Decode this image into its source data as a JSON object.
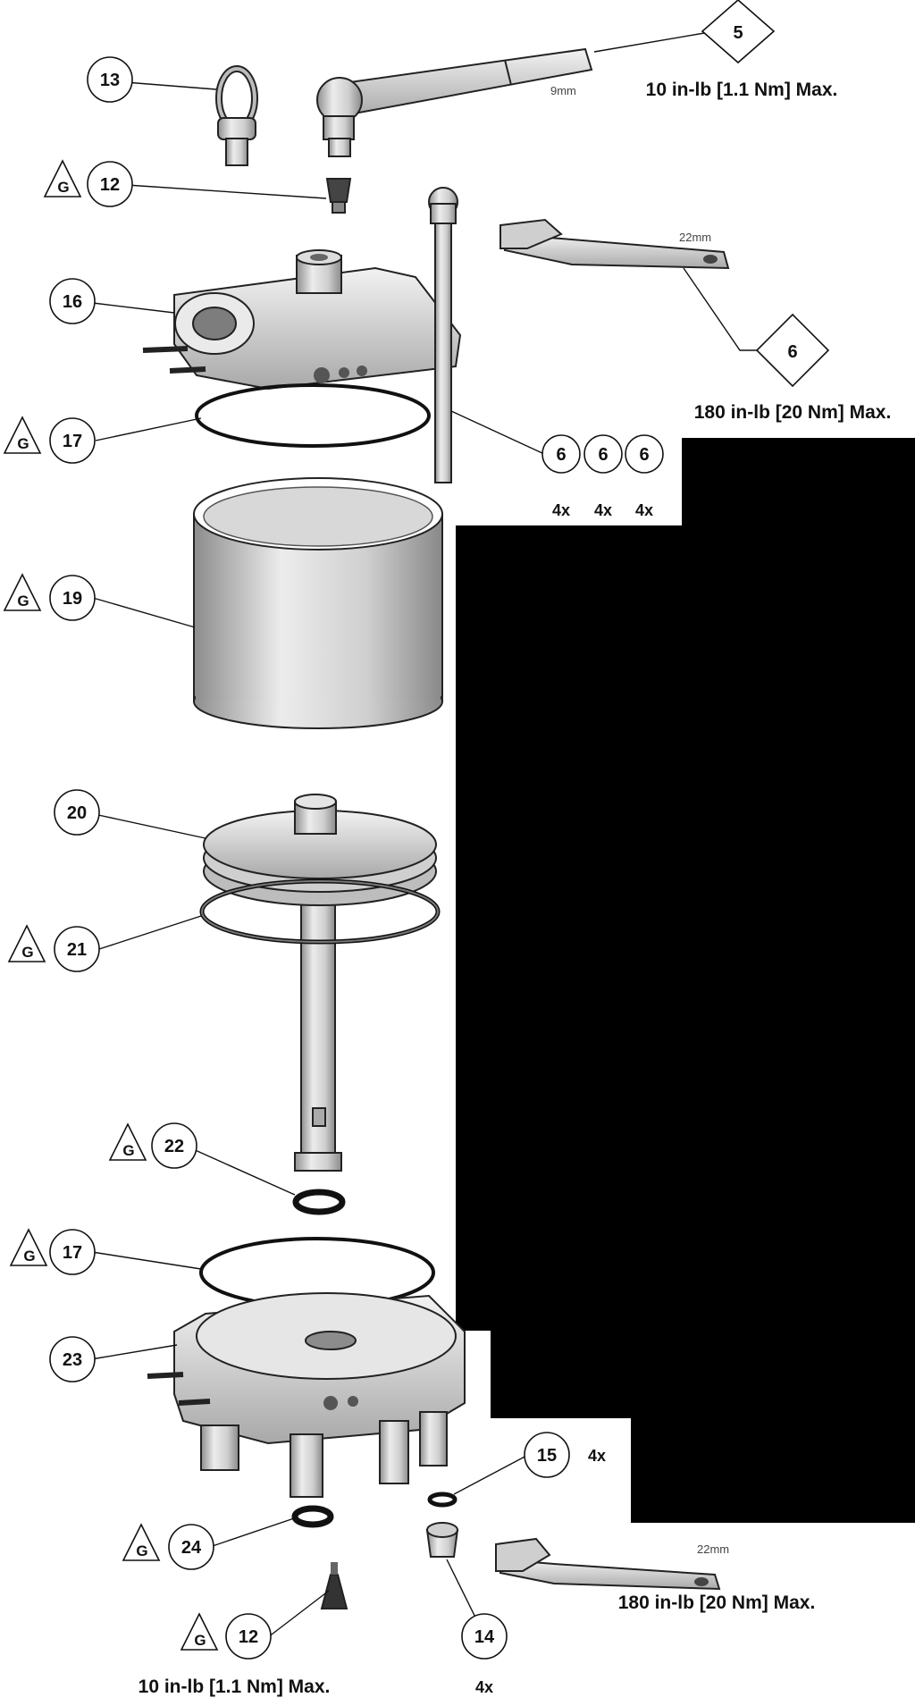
{
  "balloons": {
    "b13": "13",
    "b12a": "12",
    "b16": "16",
    "b17a": "17",
    "b19": "19",
    "b20": "20",
    "b21": "21",
    "b22": "22",
    "b17b": "17",
    "b23": "23",
    "b24": "24",
    "b12b": "12",
    "b14": "14",
    "b15": "15",
    "b6a": "6",
    "b6b": "6",
    "b6c": "6",
    "d5": "5",
    "d6": "6"
  },
  "flags": {
    "g": "G"
  },
  "counts": {
    "c4x_a": "4x",
    "c4x_b": "4x",
    "c4x_c": "4x",
    "c4x_15": "4x",
    "c4x_14": "4x"
  },
  "torque": {
    "t5": "10 in-lb [1.1 Nm] Max.",
    "t6": "180 in-lb [20 Nm] Max.",
    "t14": "180 in-lb [20 Nm] Max.",
    "t12": "10 in-lb [1.1 Nm] Max."
  },
  "tool_sizes": {
    "socket": "9mm",
    "wrench_top": "22mm",
    "wrench_bottom": "22mm"
  },
  "colors": {
    "background": "#ffffff",
    "redaction": "#000000",
    "line": "#111111",
    "metal": "#d6d6d6"
  }
}
